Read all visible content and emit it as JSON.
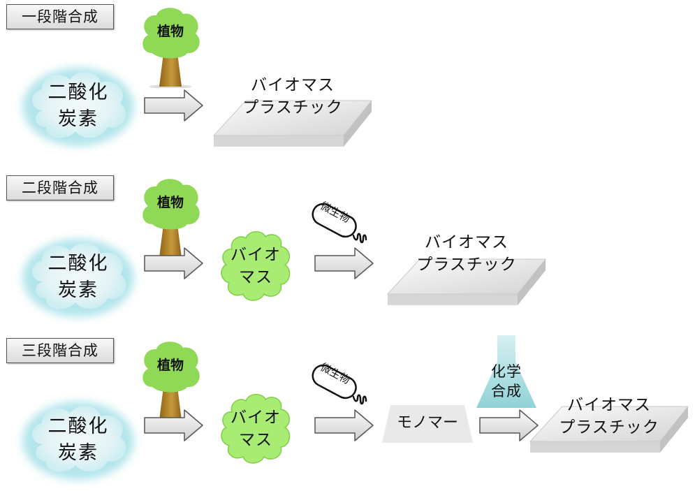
{
  "rows": [
    {
      "label": "一段階合成",
      "plant": "植物",
      "co2": {
        "line1": "二酸化",
        "line2": "炭素"
      },
      "plastic": {
        "line1": "バイオマス",
        "line2": "プラスチック"
      }
    },
    {
      "label": "二段階合成",
      "plant": "植物",
      "co2": {
        "line1": "二酸化",
        "line2": "炭素"
      },
      "biomass": {
        "line1": "バイオ",
        "line2": "マス"
      },
      "microbe": "微生物",
      "plastic": {
        "line1": "バイオマス",
        "line2": "プラスチック"
      }
    },
    {
      "label": "三段階合成",
      "plant": "植物",
      "co2": {
        "line1": "二酸化",
        "line2": "炭素"
      },
      "biomass": {
        "line1": "バイオ",
        "line2": "マス"
      },
      "microbe": "微生物",
      "monomer": "モノマー",
      "chem": {
        "line1": "化学",
        "line2": "合成"
      },
      "plastic": {
        "line1": "バイオマス",
        "line2": "プラスチック"
      }
    }
  ],
  "colors": {
    "cloud_fill": "#e3f3f5",
    "cloud_glow": "#9fdfe6",
    "tree_foliage": "#8fd957",
    "tree_trunk": "#b8882b",
    "biomass_fill": "#a8ec74",
    "flask_fill": "#a9dde0",
    "arrow_fill": "#dadada",
    "plastic_fill": "#e4e4e4"
  }
}
